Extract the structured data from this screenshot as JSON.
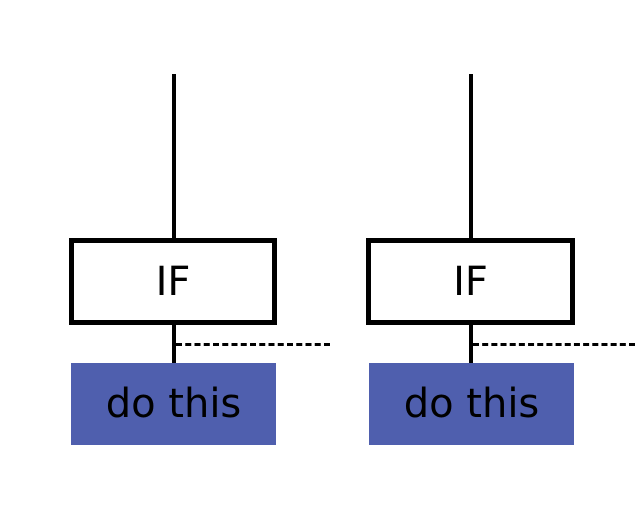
{
  "colors": {
    "line": "#000000",
    "action_fill": "#4f5fae",
    "condition_fill": "#ffffff"
  },
  "diagrams": [
    {
      "condition_label": "IF",
      "action_label": "do this"
    },
    {
      "condition_label": "IF",
      "action_label": "do this"
    }
  ]
}
